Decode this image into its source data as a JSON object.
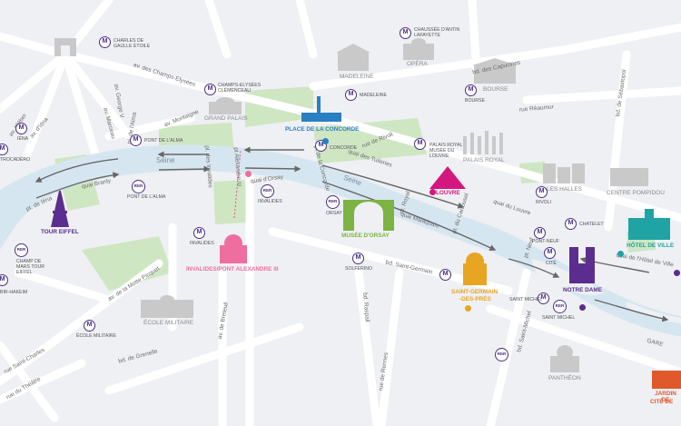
{
  "colors": {
    "background": "#eef0f3",
    "road": "#ffffff",
    "river": "#d6e6f1",
    "park": "#cfe6c3",
    "metro": "#4b2e83",
    "arrow": "#666666",
    "eiffel": "#5b2d8e",
    "concorde": "#2a7fc2",
    "louvre": "#d4177f",
    "orsay": "#7cb342",
    "invalides": "#ef6ea0",
    "saint_germain": "#e7a522",
    "notre_dame": "#5b2d8e",
    "hotel_de_ville": "#1fa3a3",
    "jardin": "#e0592a"
  },
  "river_name": "Seine",
  "streets": {
    "champs_elysees": "av. des Champs-Elysées",
    "george_v": "av. George V",
    "marceau": "av. Marceau",
    "kleber": "av. Kléber",
    "iena": "av. d'Iéna",
    "montaigne": "av. Montaigne",
    "capucines": "bd. des Capucines",
    "reaumur": "rue Réaumur",
    "rivoli": "rue de Rivoli",
    "sebastopol": "bd. de Sébastopol",
    "alma": "pl. de l'Alma",
    "invalides_pl": "pl. des Invalides",
    "alexandre": "pt Alexandre III",
    "concorde_pt": "pt de la Concorde",
    "tuileries": "quai des Tuileries",
    "orsay": "quai d'Orsay",
    "branly": "quai Branly",
    "iena_pt": "pt. de Iéna",
    "royal": "pt. Royal",
    "carrousel": "pt. du Carrousel",
    "malaquais": "quai Malaquais",
    "louvre_quai": "quai du Louvre",
    "neuf": "pt. Neuf",
    "hotel_quai": "quai de l'Hôtel de Ville",
    "saint_germain": "bd. Saint-Germain",
    "raspail": "bd. Raspail",
    "rennes": "rue de Rennes",
    "saint_michel": "bd. Saint-Michel",
    "motte_picquet": "av. de la Motte Picquet",
    "breteuil": "av. de Breteuil",
    "grenelle": "bd. de Grenelle",
    "saint_charles": "rue Saint-Charles",
    "theatre": "rue du Théâtre",
    "gare": "GARE"
  },
  "metro_letter": "M",
  "rer_label": "RER",
  "stations": {
    "etoile": "CHARLES DE GAULLE ÉTOILE",
    "chaussee": "CHAUSSÉE D'ANTIN LAFAYETTE",
    "champs_clem": "CHAMPS-ELYSÉES CLÉMENCEAU",
    "madeleine": "MADELEINE",
    "bourse": "BOURSE",
    "iena": "IÉNA",
    "trocadero": "TROCADÉRO",
    "alma_m": "PONT DE L'ALMA",
    "alma_rer": "PONT DE L'ALMA",
    "concorde": "CONCORDE",
    "palais_royal": "PALAIS ROYAL MUSÉE DU LOUVRE",
    "invalides_rer": "INVALIDES",
    "invalides_m": "INVALIDES",
    "orsay": "ORSAY",
    "rivoli": "RIVOLI",
    "chatelet": "CHATELET",
    "pont_neuf": "PONT-NEUF",
    "cite": "CITÉ",
    "champ_mars": "CHAMP DE MARS TOUR EIFFEL",
    "solferino": "SOLFERINO",
    "saint_michel": "SAINT MICHEL",
    "saint_michel2": "SAINT MICHEL",
    "ecole_mil_m": "ÉCOLE MILITAIRE",
    "bir_hakeim": "BIR-HAKEIM"
  },
  "landmarks_gray": {
    "opera": "OPÉRA",
    "madeleine": "MADELEINE",
    "bourse": "BOURSE",
    "grand_palais": "GRAND PALAIS",
    "palais_royal": "PALAIS ROYAL",
    "les_halles": "LES HALLES",
    "pompidou": "CENTRE POMPIDOU",
    "ecole_militaire": "ÉCOLE MILITAIRE",
    "pantheon": "PANTHÉON"
  },
  "pois": {
    "eiffel": "TOUR EIFFEL",
    "concorde": "PLACE DE LA CONCORDE",
    "louvre": "LOUVRE",
    "orsay": "MUSÉE D'ORSAY",
    "invalides": "INVALIDES/PONT ALEXANDRE III",
    "saint_germain_1": "SAINT-GERMAIN",
    "saint_germain_2": "-DES-PRÉS",
    "notre_dame": "NOTRE DAME",
    "hotel_de_ville": "HÔTEL DE VILLE",
    "jardin_1": "JARDIN DE",
    "jardin_2": "CITÉ DE"
  }
}
